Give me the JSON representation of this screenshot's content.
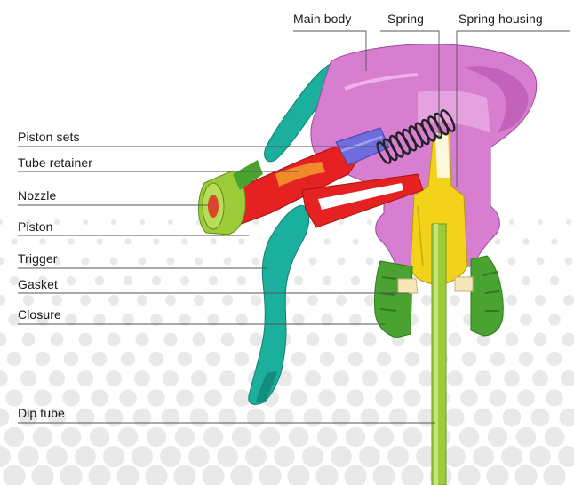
{
  "labels": {
    "main_body": "Main body",
    "spring": "Spring",
    "spring_housing": "Spring housing",
    "piston_sets": "Piston sets",
    "tube_retainer": "Tube retainer",
    "nozzle": "Nozzle",
    "piston": "Piston",
    "trigger": "Trigger",
    "gasket": "Gasket",
    "closure": "Closure",
    "dip_tube": "Dip tube"
  },
  "colors": {
    "main_body": "#d77ed0",
    "trigger": "#1bb09d",
    "piston_parts": "#e52121",
    "closure": "#4aa331",
    "dip_tube": "#9ccc3a",
    "spring_housing": "#f3d21a",
    "piston_sets": "#6f6ce0",
    "tube_retainer": "#f08a2a",
    "dots": "#e9e9e9",
    "leader_lines": "#555555"
  },
  "icons": {
    "spring": "coil-spring-icon"
  }
}
